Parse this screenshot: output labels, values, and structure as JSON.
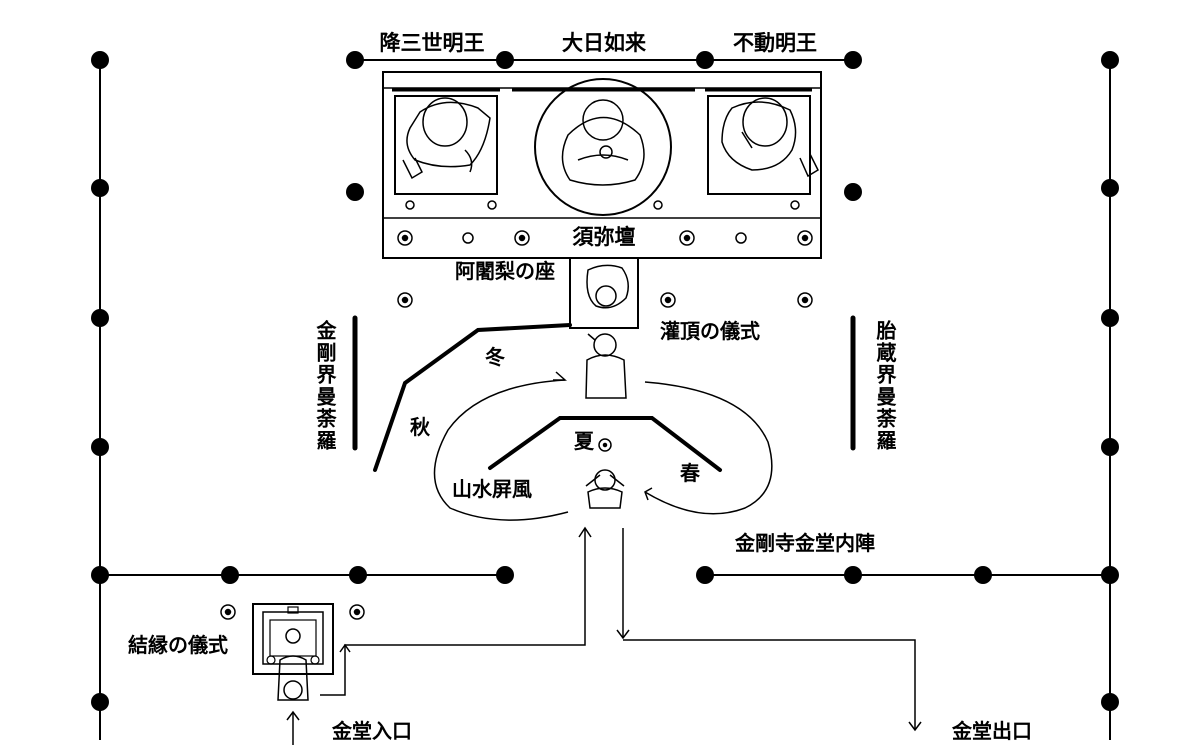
{
  "labels": {
    "gozanze": "降三世明王",
    "dainichi": "大日如来",
    "fudo": "不動明王",
    "shumidan": "須弥壇",
    "ajari": "阿闍梨の座",
    "kanjo": "灌頂の儀式",
    "kongokai": "金剛界曼荼羅",
    "taizokai": "胎蔵界曼荼羅",
    "fuyu": "冬",
    "aki": "秋",
    "natsu": "夏",
    "haru": "春",
    "sansui": "山水屏風",
    "naijin": "金剛寺金堂内陣",
    "kechien": "結縁の儀式",
    "iriguchi": "金堂入口",
    "deguchi": "金堂出口"
  },
  "colors": {
    "ink": "#000000",
    "background": "#ffffff"
  }
}
